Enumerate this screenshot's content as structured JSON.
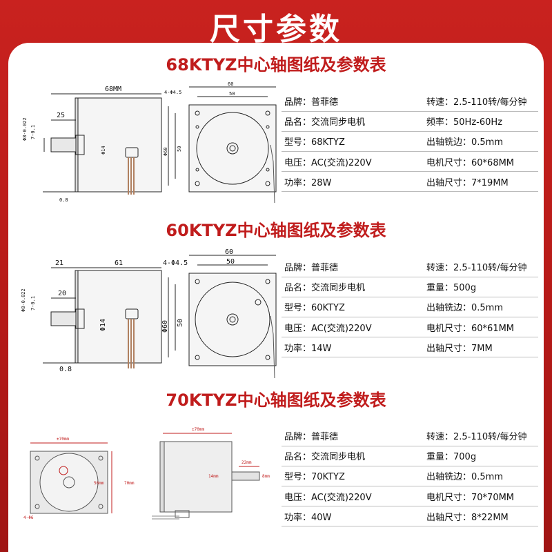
{
  "title": "尺寸参数",
  "sections": [
    {
      "title": "68KTYZ中心轴图纸及参数表",
      "specs": [
        [
          "品牌：普菲德",
          "转速：2.5-110转/每分钟"
        ],
        [
          "品名：交流同步电机",
          "频率：50Hz-60Hz"
        ],
        [
          "型号：68KTYZ",
          "出轴铣边：0.5mm"
        ],
        [
          "电压：AC(交流)220V",
          "电机尺寸：60*68MM"
        ],
        [
          "功率：28W",
          "出轴尺寸：7*19MM"
        ]
      ],
      "dims": {
        "length": "68MM",
        "shaft": "25",
        "holes": "4-Φ4.5",
        "w60": "60",
        "w50": "50",
        "d14": "Φ14",
        "d60": "Φ60",
        "h50": "50",
        "flange": "0.8",
        "shaft_d": "Φ8-0.022",
        "shaft_d2": "7-0.1"
      }
    },
    {
      "title": "60KTYZ中心轴图纸及参数表",
      "specs": [
        [
          "品牌：普菲德",
          "转速：2.5-110转/每分钟"
        ],
        [
          "品名：交流同步电机",
          "重量：500g"
        ],
        [
          "型号：60KTYZ",
          "出轴铣边：0.5mm"
        ],
        [
          "电压：AC(交流)220V",
          "电机尺寸：60*61MM"
        ],
        [
          "功率：14W",
          "出轴尺寸：7MM"
        ]
      ],
      "dims": {
        "d21": "21",
        "d61": "61",
        "d20": "20",
        "holes": "4-Φ4.5",
        "w60": "60",
        "w50": "50",
        "d14": "Φ14",
        "d60": "Φ60",
        "h50": "50",
        "flange": "0.8",
        "shaft_d": "Φ8-0.022",
        "shaft_d2": "7-0.1"
      }
    },
    {
      "title": "70KTYZ中心轴图纸及参数表",
      "specs": [
        [
          "品牌：普菲德",
          "转速：2.5-110转/每分钟"
        ],
        [
          "品名：交流同步电机",
          "重量：700g"
        ],
        [
          "型号：70KTYZ",
          "出轴铣边：0.5mm"
        ],
        [
          "电压：AC(交流)220V",
          "电机尺寸：70*70MM"
        ],
        [
          "功率：40W",
          "出轴尺寸：8*22MM"
        ]
      ],
      "dims": {
        "w70a": "±70mm",
        "w70b": "±70mm",
        "h70": "70mm",
        "h56": "56mm",
        "s22": "22mm",
        "s14": "14mm",
        "s8": "8mm",
        "hole": "4-Φ6"
      }
    }
  ]
}
